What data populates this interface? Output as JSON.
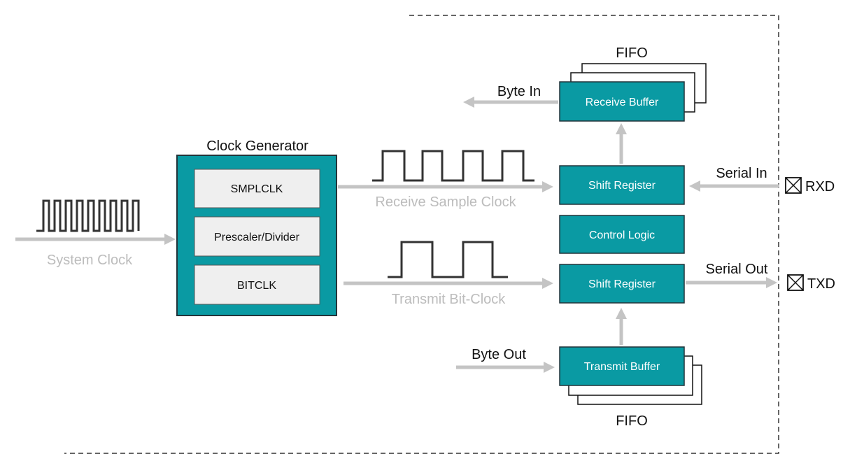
{
  "colors": {
    "teal": "#0a9aa3",
    "teal_border": "#22343a",
    "inner_box": "#efefef",
    "arrow_gray": "#c4c4c4",
    "label_gray": "#bcbcbc",
    "wave": "#333333",
    "text": "#111111",
    "box_text": "#ffffff"
  },
  "input": {
    "system_clock": "System Clock"
  },
  "clock_generator": {
    "title": "Clock Generator",
    "smplclk": "SMPLCLK",
    "prescaler": "Prescaler/Divider",
    "bitclk": "BITCLK"
  },
  "clocks": {
    "receive_sample": "Receive Sample Clock",
    "transmit_bit": "Transmit Bit-Clock"
  },
  "uart": {
    "fifo_top": "FIFO",
    "receive_buffer": "Receive Buffer",
    "byte_in": "Byte In",
    "shift_register_rx": "Shift Register",
    "control_logic": "Control Logic",
    "shift_register_tx": "Shift Register",
    "transmit_buffer": "Transmit Buffer",
    "byte_out": "Byte Out",
    "fifo_bottom": "FIFO",
    "serial_in": "Serial In",
    "serial_out": "Serial Out"
  },
  "pins": {
    "rxd": "RXD",
    "txd": "TXD"
  },
  "icons": {
    "pin": "pin-cross-box-icon"
  }
}
